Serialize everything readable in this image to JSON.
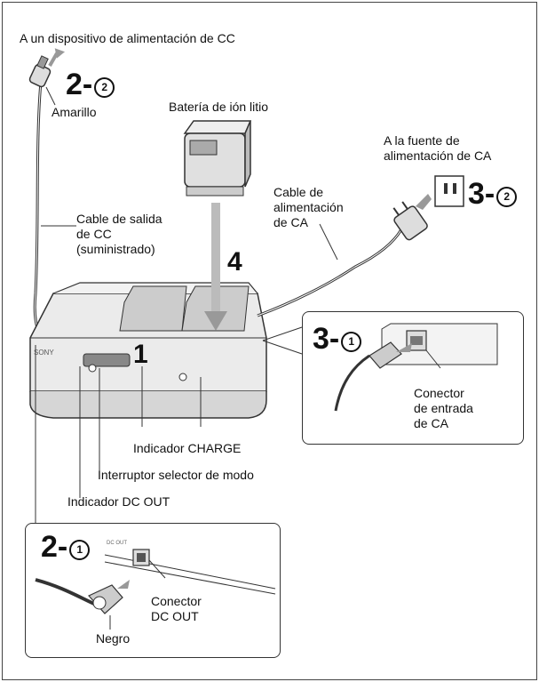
{
  "labels": {
    "dc_device": "A un dispositivo de alimentación de CC",
    "yellow": "Amarillo",
    "battery": "Batería de ión litio",
    "ac_source_line1": "A la fuente de",
    "ac_source_line2": "alimentación de CA",
    "ac_cable_line1": "Cable de",
    "ac_cable_line2": "alimentación",
    "ac_cable_line3": "de CA",
    "dc_cable_line1": "Cable de salida",
    "dc_cable_line2": "de CC",
    "dc_cable_line3": "(suministrado)",
    "ac_input_line1": "Conector",
    "ac_input_line2": "de entrada",
    "ac_input_line3": "de CA",
    "charge_indicator": "Indicador CHARGE",
    "mode_switch": "Interruptor selector de modo",
    "dc_out_indicator": "Indicador DC OUT",
    "dc_out_connector_line1": "Conector",
    "dc_out_connector_line2": "DC OUT",
    "black": "Negro",
    "brand": "SONY"
  },
  "steps": {
    "s2_2": {
      "main": "2-",
      "sub": "2"
    },
    "s3_2": {
      "main": "3-",
      "sub": "2"
    },
    "s3_1": {
      "main": "3-",
      "sub": "1"
    },
    "s2_1": {
      "main": "2-",
      "sub": "1"
    },
    "s1": "1",
    "s4": "4"
  },
  "colors": {
    "line": "#333333",
    "body": "#e8e8e8",
    "shade": "#bdbdbd"
  }
}
